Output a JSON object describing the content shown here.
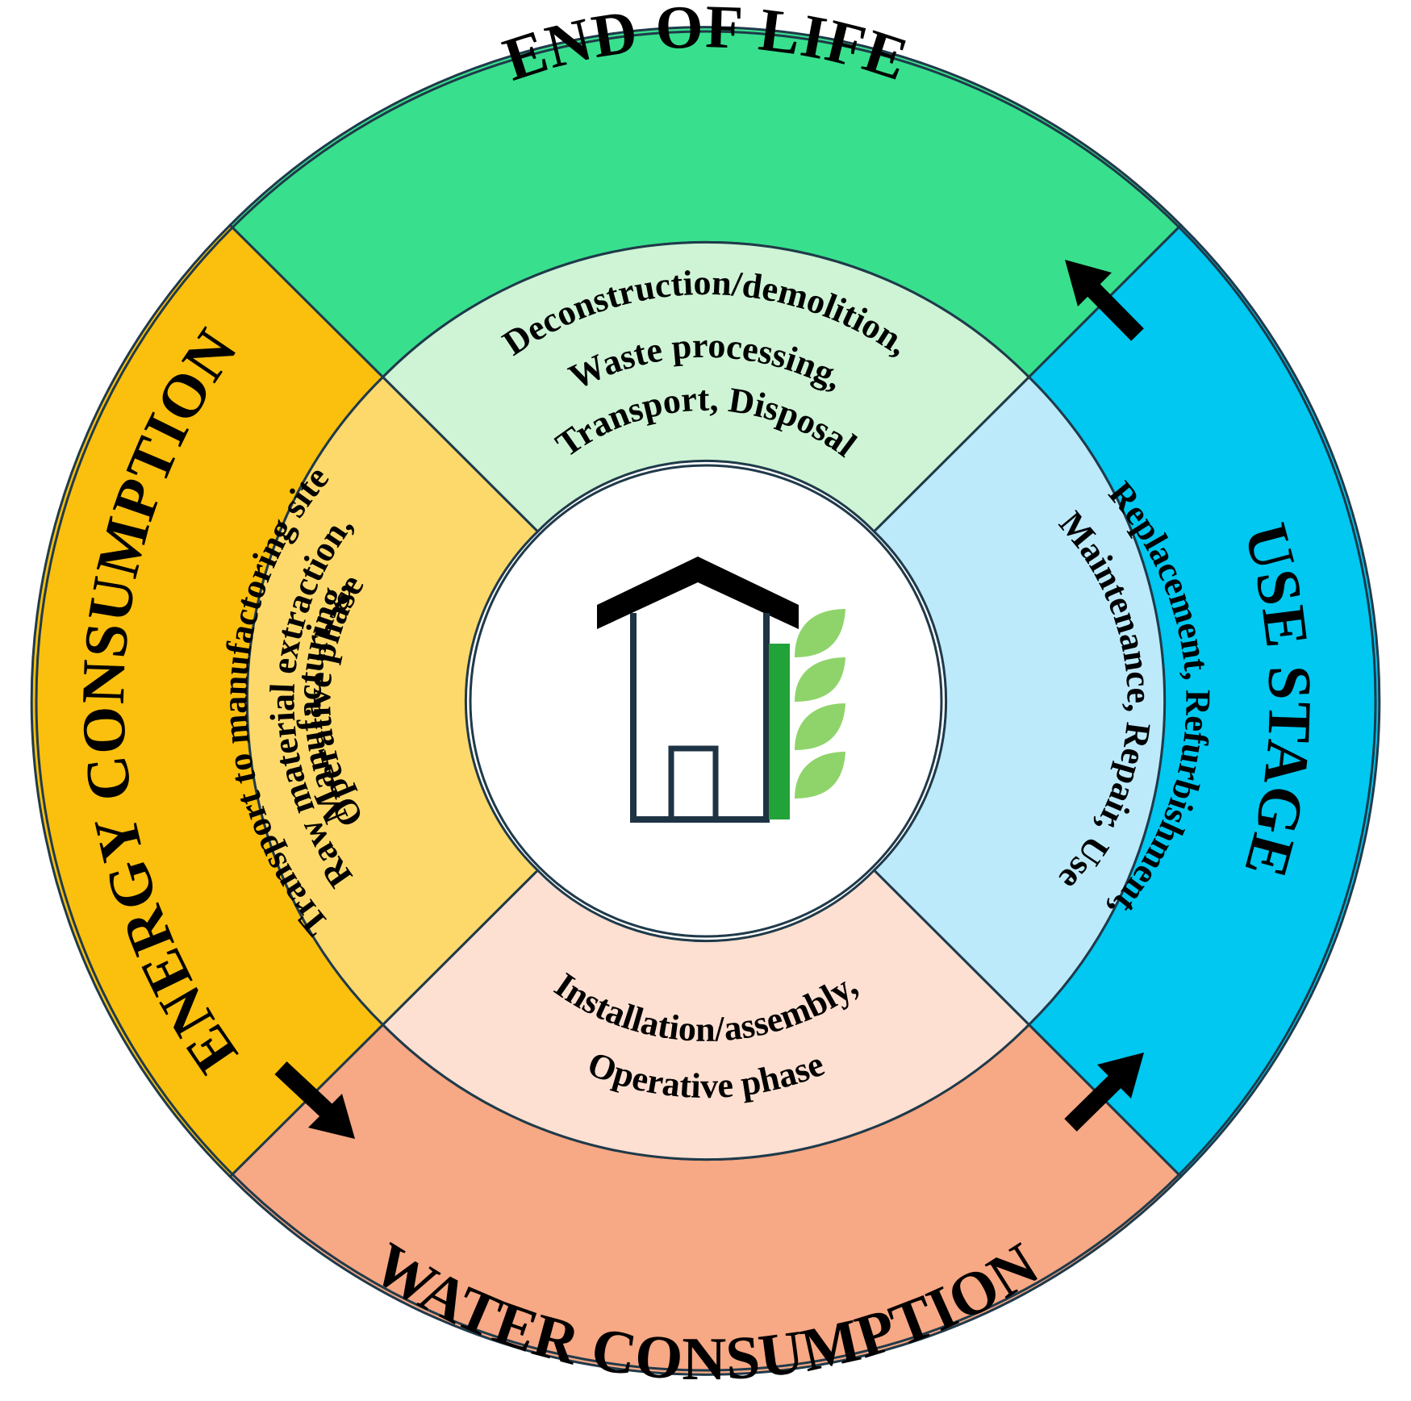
{
  "outer_ring": {
    "top": {
      "label": "END OF LIFE",
      "color": "#38e08d"
    },
    "right": {
      "label": "USE STAGE",
      "color": "#00c8f0"
    },
    "bottom": {
      "label": "WATER CONSUMPTION",
      "color": "#f7a884"
    },
    "left": {
      "label": "ENERGY CONSUMPTION",
      "color": "#fbbf0e"
    }
  },
  "inner_ring": {
    "top": {
      "lines": [
        "Deconstruction/demolition,",
        "Waste processing,",
        "Transport, Disposal"
      ],
      "color": "#cef4d5"
    },
    "right": {
      "lines": [
        "Replacement, Refurbishment,",
        "Maintenance, Repair, Use"
      ],
      "color": "#bdeafb"
    },
    "bottom": {
      "lines": [
        "Installation/assembly,",
        "Operative phase"
      ],
      "color": "#fde0d2"
    },
    "left": {
      "lines": [
        "Transport to manufactoring site",
        "Raw material extraction,",
        "Manufacturing,",
        "Operative phase"
      ],
      "color": "#fdd96c"
    }
  },
  "center": {
    "icon": "green-building-icon",
    "building_color": "#000000",
    "wall_color": "#1e3344",
    "bar_color": "#22a33a",
    "leaf_color": "#8ed46a"
  },
  "arrows": [
    {
      "name": "arrow-to-end-of-life",
      "direction": "up-left"
    },
    {
      "name": "arrow-to-water-consumption",
      "direction": "down-right"
    },
    {
      "name": "arrow-to-use-stage",
      "direction": "up-right"
    }
  ]
}
